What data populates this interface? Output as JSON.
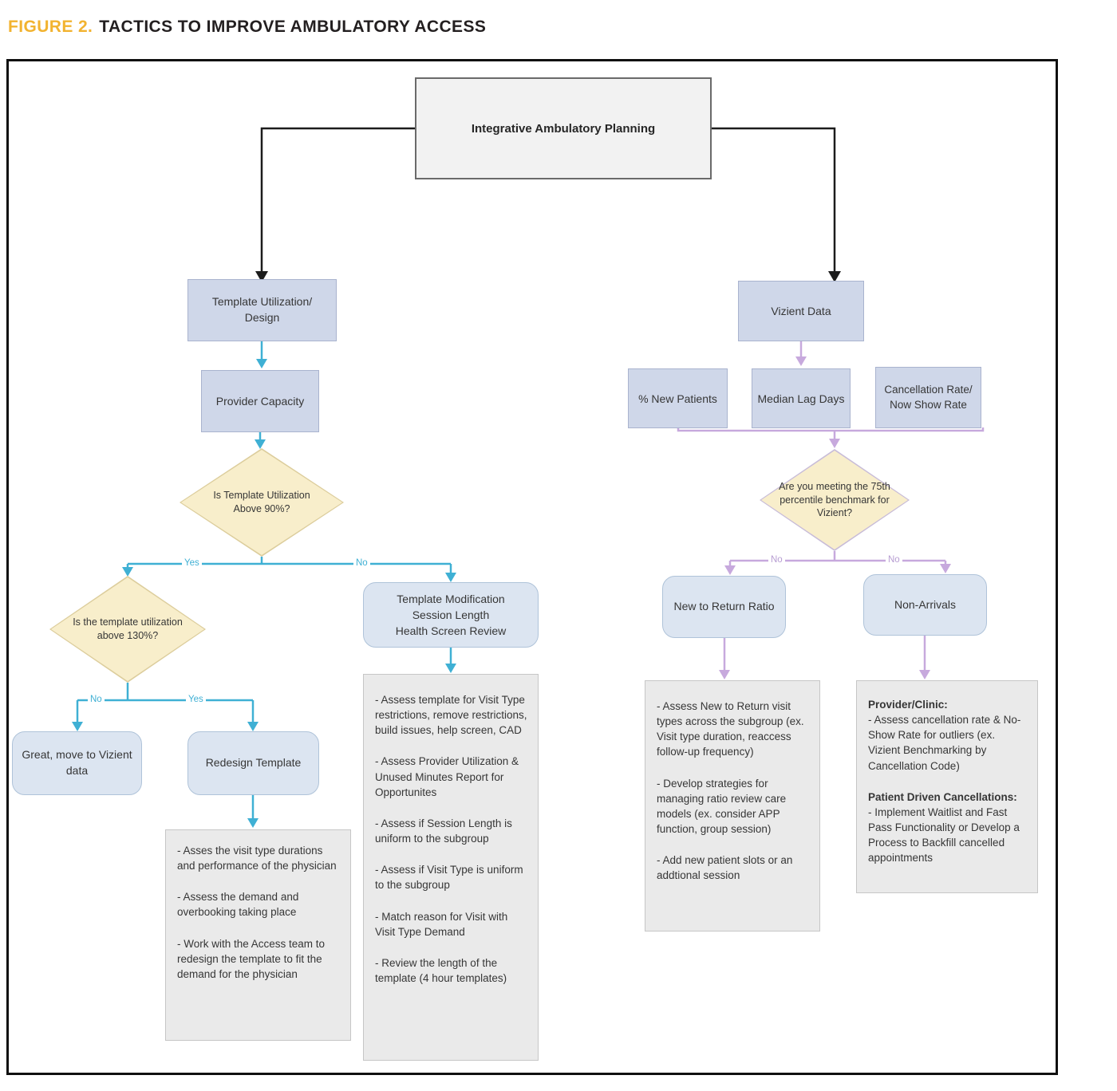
{
  "figure": {
    "label": "FIGURE 2.",
    "title": "TACTICS TO IMPROVE AMBULATORY ACCESS"
  },
  "colors": {
    "accent_gold": "#F2B330",
    "title_dark": "#231F20",
    "connector_teal": "#3FB0D4",
    "connector_purple": "#C7A9DD",
    "connector_black": "#1C1C1C",
    "node_lavender": "#CFD7E9",
    "node_blue_rounded": "#DCE5F1",
    "diamond_yellow": "#F8EECB",
    "detail_gray": "#EAEAEA"
  },
  "diagram": {
    "root": {
      "label": "Integrative Ambulatory Planning"
    },
    "left_branch": {
      "template_utilization": {
        "label": "Template Utilization/ Design"
      },
      "provider_capacity": {
        "label": "Provider Capacity"
      },
      "decision_90": {
        "label": "Is Template Utilization Above 90%?",
        "yes": "Yes",
        "no": "No"
      },
      "decision_130": {
        "label": "Is the template utilization above 130%?",
        "no": "No",
        "yes": "Yes"
      },
      "great": {
        "label": "Great, move to Vizient data"
      },
      "redesign": {
        "label": "Redesign Template",
        "details": [
          "- Asses the visit type durations and performance of the physician",
          "- Assess the demand and overbooking taking place",
          "- Work with the Access team to redesign the template to fit the demand for the physician"
        ]
      },
      "template_modification": {
        "lines": [
          "Template Modification",
          "Session Length",
          "Health Screen Review"
        ],
        "details": [
          "- Assess template for Visit Type restrictions, remove restrictions, build issues, help screen, CAD",
          "- Assess Provider Utilization & Unused Minutes Report for Opportunites",
          "- Assess if Session Length is uniform to the subgroup",
          "- Assess if Visit Type is uniform to the subgroup",
          "- Match reason for Visit with Visit Type Demand",
          "- Review the length of the template (4 hour templates)"
        ]
      }
    },
    "right_branch": {
      "vizient_data": {
        "label": "Vizient Data"
      },
      "metrics": [
        {
          "label": "% New Patients"
        },
        {
          "label": "Median Lag Days"
        },
        {
          "label": "Cancellation Rate/ Now Show Rate"
        }
      ],
      "decision_75": {
        "label": "Are you meeting the 75th percentile benchmark for Vizient?",
        "no_left": "No",
        "no_right": "No"
      },
      "new_to_return": {
        "label": "New to Return Ratio",
        "details": [
          "- Assess New to Return visit types across the subgroup (ex. Visit type duration, reaccess follow-up frequency)",
          "- Develop strategies for managing ratio review care models  (ex. consider APP function, group session)",
          "- Add new patient slots or an addtional session"
        ]
      },
      "non_arrivals": {
        "label": "Non-Arrivals",
        "provider_clinic_header": "Provider/Clinic:",
        "provider_clinic_body": "- Assess cancellation rate & No- Show Rate for outliers (ex. Vizient Benchmarking by Cancellation Code)",
        "patient_driven_header": "Patient Driven Cancellations:",
        "patient_driven_body": "- Implement Waitlist and Fast Pass Functionality or Develop a Process to Backfill cancelled appointments"
      }
    }
  }
}
